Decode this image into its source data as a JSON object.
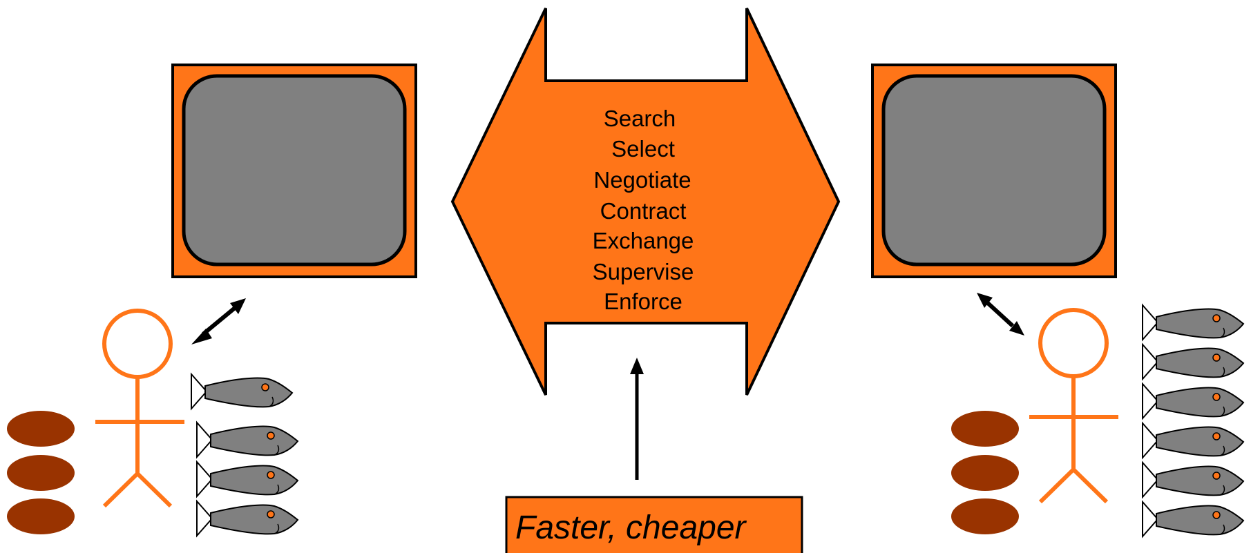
{
  "process_steps": [
    {
      "label": "Search"
    },
    {
      "label": "Select"
    },
    {
      "label": "Negotiate"
    },
    {
      "label": "Contract"
    },
    {
      "label": "Exchange"
    },
    {
      "label": "Supervise"
    },
    {
      "label": "Enforce"
    }
  ],
  "callout": {
    "label": "Faster, cheaper"
  },
  "left_party": {
    "fish_count": 4,
    "bread_count": 3
  },
  "right_party": {
    "fish_count": 6,
    "bread_count": 3
  },
  "colors": {
    "accent_orange": "#FF7518",
    "screen_gray": "#808080",
    "bread_brown": "#993300",
    "outline": "#000000"
  }
}
